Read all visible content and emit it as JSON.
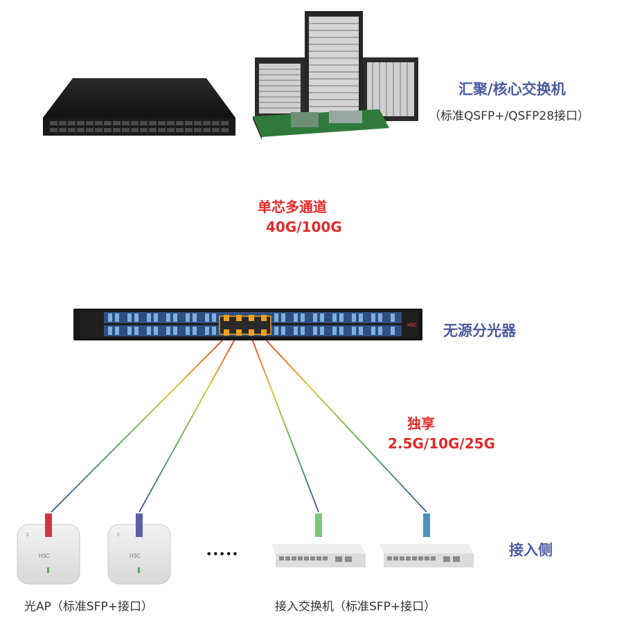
{
  "core_switch": {
    "title": "汇聚/核心交换机",
    "subtitle": "（标准QSFP+/QSFP28接口）"
  },
  "uplink": {
    "line1": "单芯多通道",
    "line2": "40G/100G"
  },
  "splitter": {
    "title": "无源分光器",
    "brand": "H3C"
  },
  "downlink": {
    "line1": "独享",
    "line2": "2.5G/10G/25G"
  },
  "access": {
    "title": "接入侧",
    "ap_caption": "光AP（标准SFP+接口）",
    "switch_caption": "接入交换机（标准SFP+接口）",
    "ellipsis": "•••••"
  },
  "ap_brand": "H3C",
  "colors": {
    "label_blue": "#4b5aa0",
    "label_red": "#e22a2a",
    "module_red": "#d23448",
    "module_blue": "#5961a9",
    "module_green": "#7cc878",
    "module_lightblue": "#4f8fc6"
  }
}
